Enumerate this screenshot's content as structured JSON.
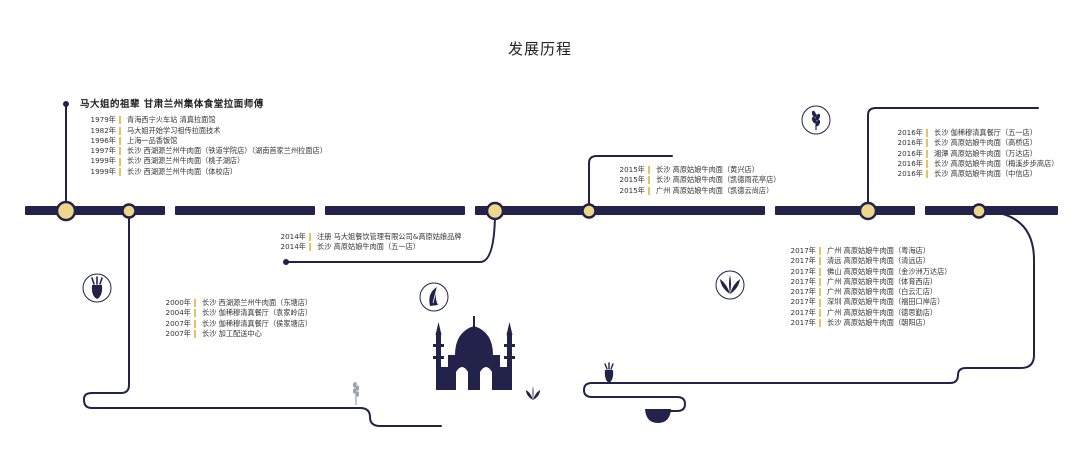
{
  "title": "发展历程",
  "colors": {
    "navy": "#23224a",
    "gold": "#eed78a",
    "accent": "#e8c260"
  },
  "heading": "马大姐的祖辈 甘肃兰州集体食堂拉面师傅",
  "blocks": {
    "b1": [
      {
        "year": "1979年",
        "text": "青海西宁火车站  清真拉面馆"
      },
      {
        "year": "1982年",
        "text": "马大姐开始学习祖传拉面技术"
      },
      {
        "year": "1996年",
        "text": "上海一品香饭馆"
      },
      {
        "year": "1997年",
        "text": "长沙 西湖源兰州牛肉面（铁道学院店）（湖南首家兰州拉面店）"
      },
      {
        "year": "1999年",
        "text": "长沙 西湖源兰州牛肉面（桃子湖店）"
      },
      {
        "year": "1999年",
        "text": "长沙 西湖源兰州牛肉面（体校店）"
      }
    ],
    "b2": [
      {
        "year": "2000年",
        "text": "长沙 西湖源兰州牛肉面（东塘店）"
      },
      {
        "year": "2004年",
        "text": "长沙 伽稀穆清真餐厅（袁家岭店）"
      },
      {
        "year": "2007年",
        "text": "长沙 伽稀穆清真餐厅（侯家塘店）"
      },
      {
        "year": "2007年",
        "text": "长沙 加工配送中心"
      }
    ],
    "b3": [
      {
        "year": "2014年",
        "text": "注册 马大姐餐饮管理有限公司&高原姑娘品牌"
      },
      {
        "year": "2014年",
        "text": "长沙 高原姑娘牛肉面（五一店）"
      }
    ],
    "b4": [
      {
        "year": "2015年",
        "text": "长沙 高原姑娘牛肉面（黄兴店）"
      },
      {
        "year": "2015年",
        "text": "长沙 高原姑娘牛肉面（凯德雨花亭店）"
      },
      {
        "year": "2015年",
        "text": "广州 高原姑娘牛肉面（凯德云尚店）"
      }
    ],
    "b5": [
      {
        "year": "2016年",
        "text": "长沙 伽稀穆清真餐厅（五一店）"
      },
      {
        "year": "2016年",
        "text": "长沙 高原姑娘牛肉面（高桥店）"
      },
      {
        "year": "2016年",
        "text": "湘潭 高原姑娘牛肉面（万达店）"
      },
      {
        "year": "2016年",
        "text": "长沙 高原姑娘牛肉面（梅溪步步高店）"
      },
      {
        "year": "2016年",
        "text": "长沙 高原姑娘牛肉面（中信店）"
      }
    ],
    "b6": [
      {
        "year": "2017年",
        "text": "广州 高原姑娘牛肉面（粤海店）"
      },
      {
        "year": "2017年",
        "text": "清远 高原姑娘牛肉面（清远店）"
      },
      {
        "year": "2017年",
        "text": "佛山 高原姑娘牛肉面（金沙洲万达店）"
      },
      {
        "year": "2017年",
        "text": "广州 高原姑娘牛肉面（体育西店）"
      },
      {
        "year": "2017年",
        "text": "广州 高原姑娘牛肉面（白云汇店）"
      },
      {
        "year": "2017年",
        "text": "深圳 高原姑娘牛肉面（福田口岸店）"
      },
      {
        "year": "2017年",
        "text": "广州 高原姑娘牛肉面（德思勤店）"
      },
      {
        "year": "2017年",
        "text": "长沙 高原姑娘牛肉面（朝阳店）"
      }
    ]
  }
}
